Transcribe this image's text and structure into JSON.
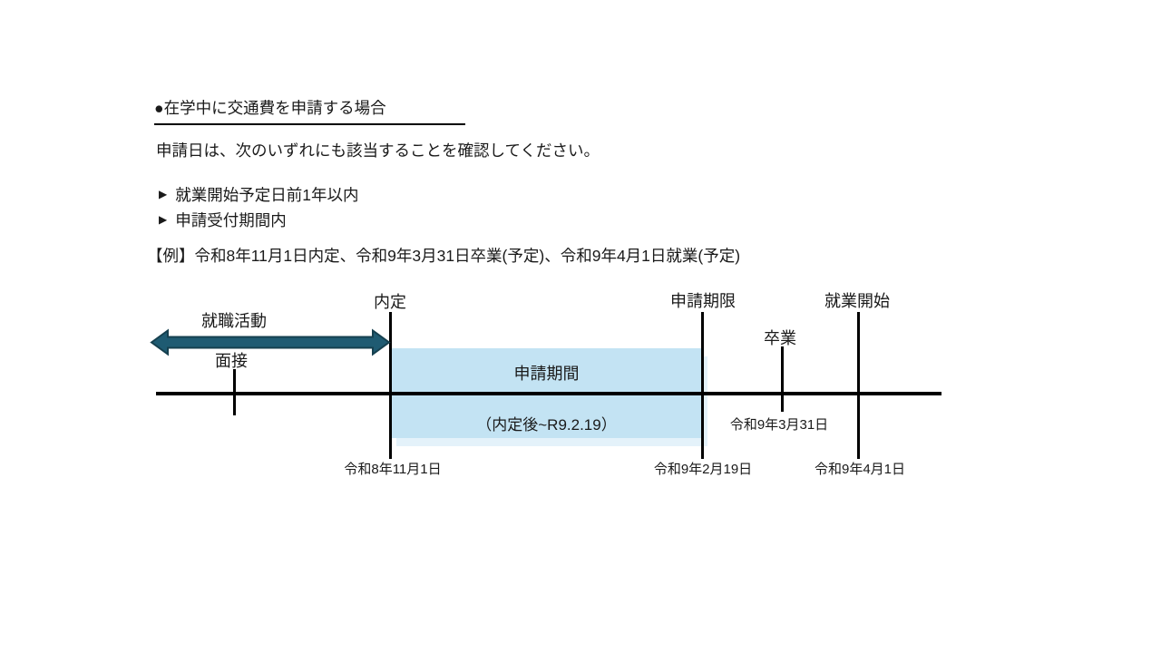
{
  "page": {
    "background": "#ffffff",
    "text_color": "#1a1a1a"
  },
  "document": {
    "heading": "●在学中に交通費を申請する場合",
    "intro": "申請日は、次のいずれにも該当することを確認してください。",
    "bullets": [
      {
        "marker": "▶",
        "label": "就業開始予定日前1年以内"
      },
      {
        "marker": "▶",
        "label": "申請受付期間内"
      }
    ],
    "example": "【例】令和8年11月1日内定、令和9年3月31日卒業(予定)、令和9年4月1日就業(予定)"
  },
  "timeline": {
    "labels": {
      "activity": "就職活動",
      "interview": "面接",
      "offer": "内定",
      "deadline": "申請期限",
      "graduation": "卒業",
      "employment": "就業開始"
    },
    "period_box": {
      "title": "申請期間",
      "subtitle": "（内定後~R9.2.19）",
      "fill": "#C3E3F3"
    },
    "arrow": {
      "fill": "#1F5B72",
      "stroke": "#16404F"
    },
    "dates": {
      "offer": "令和8年11月1日",
      "deadline": "令和9年2月19日",
      "graduation": "令和9年3月31日",
      "employment": "令和9年4月1日"
    },
    "axis_color": "#000000"
  }
}
